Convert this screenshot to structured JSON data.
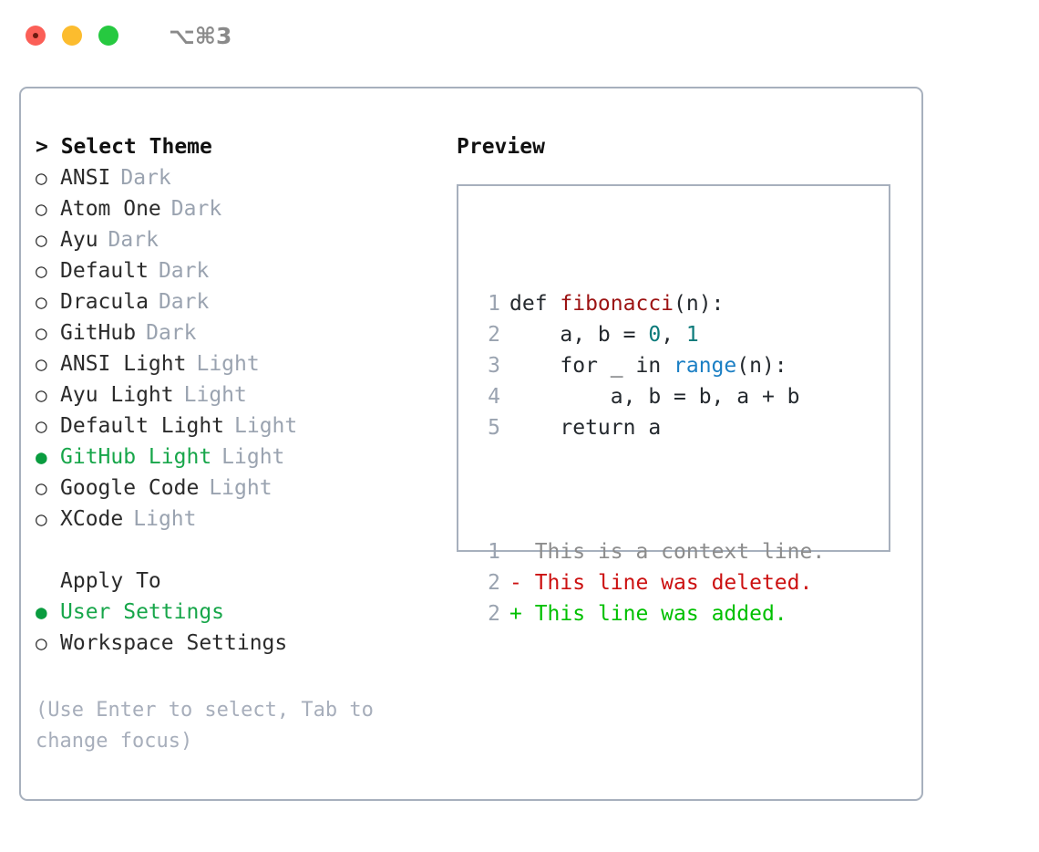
{
  "titlebar": {
    "shortcut": "⌥⌘3",
    "buttons": [
      {
        "name": "close",
        "color": "#fb5f57"
      },
      {
        "name": "minimize",
        "color": "#fcbc2e"
      },
      {
        "name": "zoom",
        "color": "#26c940"
      }
    ]
  },
  "theme_picker": {
    "header": "> Select Theme",
    "items": [
      {
        "bullet": "○",
        "label": "ANSI",
        "tag": "Dark",
        "selected": false
      },
      {
        "bullet": "○",
        "label": "Atom One",
        "tag": "Dark",
        "selected": false
      },
      {
        "bullet": "○",
        "label": "Ayu",
        "tag": "Dark",
        "selected": false
      },
      {
        "bullet": "○",
        "label": "Default",
        "tag": "Dark",
        "selected": false
      },
      {
        "bullet": "○",
        "label": "Dracula",
        "tag": "Dark",
        "selected": false
      },
      {
        "bullet": "○",
        "label": "GitHub",
        "tag": "Dark",
        "selected": false
      },
      {
        "bullet": "○",
        "label": "ANSI Light",
        "tag": "Light",
        "selected": false
      },
      {
        "bullet": "○",
        "label": "Ayu Light",
        "tag": "Light",
        "selected": false
      },
      {
        "bullet": "○",
        "label": "Default Light",
        "tag": "Light",
        "selected": false
      },
      {
        "bullet": "●",
        "label": "GitHub Light",
        "tag": "Light",
        "selected": true
      },
      {
        "bullet": "○",
        "label": "Google Code",
        "tag": "Light",
        "selected": false
      },
      {
        "bullet": "○",
        "label": "XCode",
        "tag": "Light",
        "selected": false
      }
    ]
  },
  "apply_to": {
    "header": "Apply To",
    "items": [
      {
        "bullet": "●",
        "label": "User Settings",
        "selected": true
      },
      {
        "bullet": "○",
        "label": "Workspace Settings",
        "selected": false
      }
    ]
  },
  "hint": "(Use Enter to select, Tab to change focus)",
  "preview": {
    "title": "Preview",
    "code_lines": [
      {
        "n": "1",
        "tokens": [
          {
            "t": "def ",
            "k": "plain"
          },
          {
            "t": "fibonacci",
            "k": "func"
          },
          {
            "t": "(n):",
            "k": "plain"
          }
        ]
      },
      {
        "n": "2",
        "tokens": [
          {
            "t": "    a, b = ",
            "k": "plain"
          },
          {
            "t": "0",
            "k": "num"
          },
          {
            "t": ", ",
            "k": "plain"
          },
          {
            "t": "1",
            "k": "num"
          }
        ]
      },
      {
        "n": "3",
        "tokens": [
          {
            "t": "    for _ in ",
            "k": "plain"
          },
          {
            "t": "range",
            "k": "builtin"
          },
          {
            "t": "(n):",
            "k": "plain"
          }
        ]
      },
      {
        "n": "4",
        "tokens": [
          {
            "t": "        a, b = b, a + b",
            "k": "plain"
          }
        ]
      },
      {
        "n": "5",
        "tokens": [
          {
            "t": "    return a",
            "k": "plain"
          }
        ]
      }
    ],
    "diff_lines": [
      {
        "n": "1",
        "marker": "  ",
        "text": "This is a context line.",
        "kind": "ctx"
      },
      {
        "n": "2",
        "marker": "- ",
        "text": "This line was deleted.",
        "kind": "del"
      },
      {
        "n": "2",
        "marker": "+ ",
        "text": "This line was added.",
        "kind": "add"
      }
    ]
  },
  "colors": {
    "selected_green": "#17a64a",
    "bullet_green": "#0a9c3f",
    "muted": "#9aa3b0",
    "hint": "#a7aebb",
    "border": "#a7b0bd",
    "func_red": "#9c1313",
    "num_teal": "#0b7a7a",
    "builtin_blue": "#1b7fc4",
    "diff_add": "#00c000",
    "diff_del": "#cc1111",
    "diff_ctx": "#8c8c8c"
  }
}
